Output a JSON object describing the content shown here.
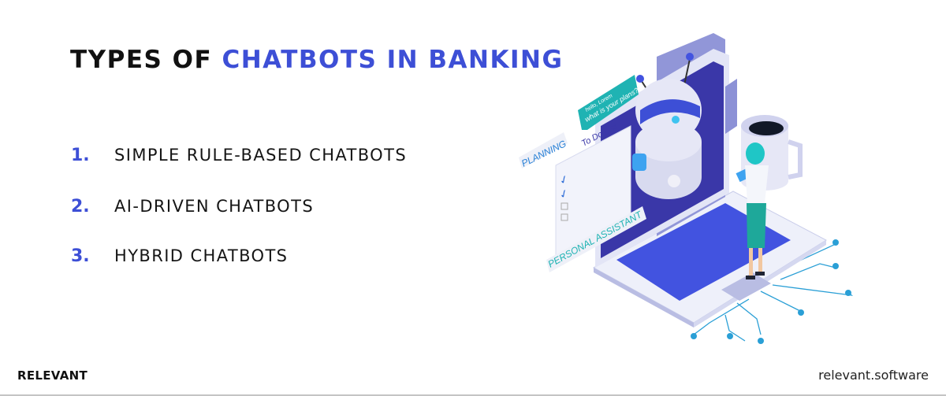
{
  "title": {
    "prefix": "TYPES OF ",
    "accent": "CHATBOTS IN BANKING"
  },
  "items": [
    {
      "number": "1.",
      "label": "SIMPLE RULE-BASED CHATBOTS"
    },
    {
      "number": "2.",
      "label": "AI-DRIVEN CHATBOTS"
    },
    {
      "number": "3.",
      "label": "HYBRID CHATBOTS"
    }
  ],
  "illustration": {
    "bubble_line1": "hello, Lorem",
    "bubble_line2": "what is your plans?",
    "planning": "PLANNING",
    "todo": "To Do List",
    "assistant": "PERSONAL ASSISTANT"
  },
  "footer": {
    "brand": "RELEVANT",
    "site": "relevant.software"
  },
  "colors": {
    "accent": "#3d4fd6",
    "teal": "#1fb3b3",
    "text": "#111111"
  }
}
